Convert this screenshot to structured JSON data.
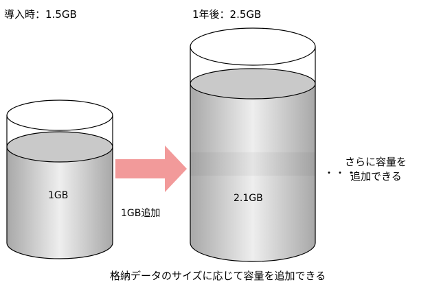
{
  "diagram": {
    "left_container": {
      "heading": "導入時：1.5GB",
      "content_label": "1GB"
    },
    "arrow_label": "1GB追加",
    "right_container": {
      "heading": "1年後：2.5GB",
      "content_label": "2.1GB"
    },
    "ellipsis": "・・・",
    "more_note_line1": "さらに容量を",
    "more_note_line2": "追加できる",
    "caption": "格納データのサイズに応じて容量を追加できる"
  },
  "colors": {
    "liquid_light": "#eeeeee",
    "liquid_mid": "#cfcfcf",
    "liquid_dark": "#a8a8a8",
    "arrow": "#f29a9a",
    "outline": "#000000"
  }
}
